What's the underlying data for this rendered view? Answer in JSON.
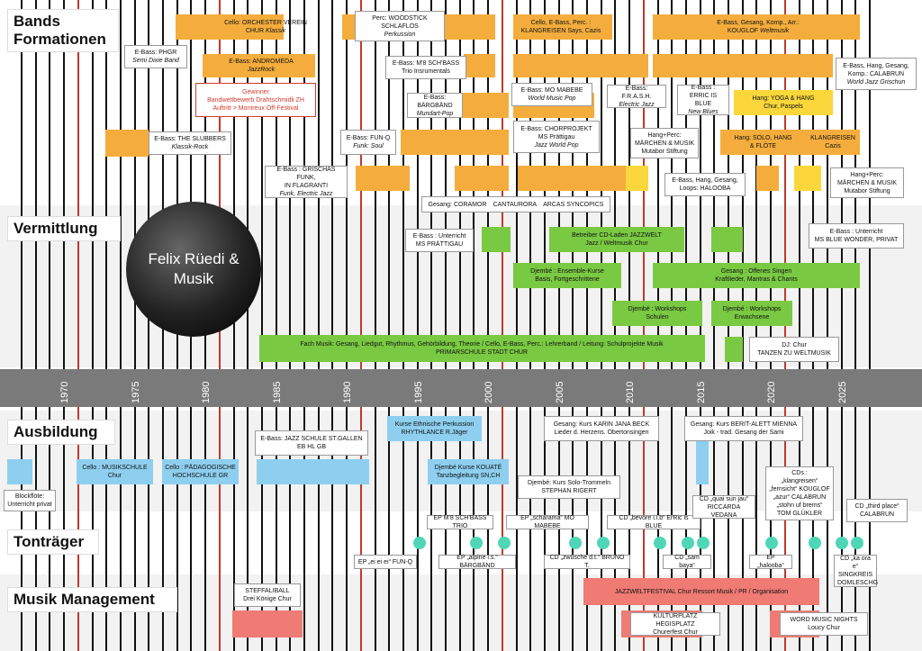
{
  "title": {
    "line1": "Felix Rüedi &",
    "line2": "Musik"
  },
  "sections": {
    "bands": {
      "line1": "Bands",
      "line2": "Formationen"
    },
    "vermittlung": "Vermittlung",
    "ausbildung": "Ausbildung",
    "tontraeger": "Tonträger",
    "management": "Musik Management"
  },
  "years": [
    "1970",
    "1975",
    "1980",
    "1985",
    "1990",
    "1995",
    "2000",
    "2005",
    "2010",
    "2015",
    "2020",
    "2025"
  ],
  "colors": {
    "orange": "#f4ad3d",
    "yellow": "#fbd73b",
    "green": "#7ac943",
    "blue": "#8ecff0",
    "red": "#ef7b74",
    "teal": "#4fd6b6",
    "axis": "#777777"
  },
  "bands": {
    "phgr": {
      "a": "E-Bass: PHGR",
      "b": "Semi Dixie Band"
    },
    "orchester": {
      "a": "Cello: ORCHESTER VEREIN",
      "b": "CHUR",
      "c": "Klassik"
    },
    "andromeda": {
      "a": "E-Bass: ANDROMEDA",
      "b": "JazzRock"
    },
    "gewinner": {
      "a": "Gewinner",
      "b": "Bandwettbewerb Drahtschmidli ZH",
      "c": "Auftritt > Montreux Off-Festival"
    },
    "slubbers": {
      "a": "E-Bass: THE SLUBBERS",
      "b": "Klassik-Rock"
    },
    "woodstick": {
      "a": "Perc: WOODSTICK",
      "b": "SCHLAFLOS",
      "c": "Perkussion"
    },
    "m8": {
      "a": "E-Bass: M'8 SCH'BASS",
      "b": "Trio Insrumentals"
    },
    "baergband": {
      "a": "E-Bass: BÄRGBÄND",
      "b": "Mundart-Pop"
    },
    "funq": {
      "a": "E-Bass: FUN-Q",
      "b": "Funk: Soul"
    },
    "grischas": {
      "a": "E-Bass : GRISCHAS FUNK,",
      "b": "IN FLAGRANTI",
      "c": "Funk, Electric Jazz"
    },
    "klangreisen": {
      "a": "Cello, E-Bass, Perc. :",
      "b": "KLANGREISEN  Says, Cazis"
    },
    "mabebe": {
      "a": "E-Bass: MO MABEBE",
      "b": "World Music Pop"
    },
    "chorprojekt": {
      "a": "E-Bass: CHORPROJEKT",
      "b": "MS Prättigau",
      "c": "Jazz World Pop"
    },
    "gesang": {
      "a": "Gesang:  CORAMOR",
      "b": "CANTAURORA",
      "c": "ARCAS SYNCOPICS"
    },
    "frash": {
      "a": "E-Bass: F.R.A.S.H.",
      "b": "Electric Jazz"
    },
    "erric": {
      "a": "E-Bass :",
      "b": "ERRIC IS BLUE",
      "c": "New Blues"
    },
    "maerchen1": {
      "a": "Hang+Perc:",
      "b": "MÄRCHEN & MUSIK",
      "c": "Mutabor Stiftung"
    },
    "halooba": {
      "a": "E-Bass, Hang, Gesang,",
      "b": "Loops: HALOOBA"
    },
    "kouglof": {
      "a": "E-Bass, Gesang, Komp., Arr.:",
      "b": "KOUGLOF",
      "c": "Weltmusik"
    },
    "calabrun": {
      "a": "E-Bass, Hang, Gesang,",
      "b": "Komp.: CALABRUN",
      "c": "World Jazz Grischun"
    },
    "yoga": {
      "a": "Hang: YOGA & HANG",
      "b": "Chur, Paspels"
    },
    "solo": {
      "a": "Hang: SOLO, HANG",
      "b": "& FLÖTE"
    },
    "klangreisen2": {
      "a": "KLANGREISEN",
      "b": "Cazis"
    },
    "maerchen2": {
      "a": "Hang+Perc:",
      "b": "MÄRCHEN & MUSIK",
      "c": "Mutabor Stiftung"
    }
  },
  "vermittlung": {
    "unterricht1": {
      "a": "E-Bass : Unterricht",
      "b": "MS PRÄTTIGAU"
    },
    "cdladen": {
      "a": "Betreiber CD-Laden JAZZWELT",
      "b": "Jazz / Weltmusik Chur"
    },
    "unterricht2": {
      "a": "E-Bass : Unterricht",
      "b": "MS BLUE WONDER, PRIVAT"
    },
    "djembe1": {
      "a": "Djembé : Ensemble-Kurse",
      "b": "Basis, Fortgeschrittene"
    },
    "offenes": {
      "a": "Gesang : Offenes Singen",
      "b": "Kraftlieder, Mantras & Chants"
    },
    "djembe2": {
      "a": "Djembé : Workshops",
      "b": "Schulen"
    },
    "djembe3": {
      "a": "Djembé : Workshops",
      "b": "Erwachsene"
    },
    "fach": {
      "a": "Fach Musik: Gesang, Liedgut, Rhythmus, Gehörbildung, Theorie / Cello, E-Bass, Perc.: Lehrerband / Leitung: Schulprojekte Musik",
      "b": "PRIMARSCHULE STADT CHUR"
    },
    "dj": {
      "a": "DJ: Chur",
      "b": "TANZEN ZU WELTMUSIK"
    }
  },
  "ausbildung": {
    "blockfloete": {
      "a": "Blockflöte:",
      "b": "Unterricht privat"
    },
    "cello1": {
      "a": "Cello : MUSIKSCHULE",
      "b": "Chur"
    },
    "cello2": {
      "a": "Cello : PÄDAGOGISCHE",
      "b": "HOCHSCHULE GR"
    },
    "jazzschule": {
      "a": "E-Bass: JAZZ SCHULE ST.GALLEN",
      "b": "EB HL GB"
    },
    "ethnische": {
      "a": "Kurse Ethnische Perkussion",
      "b": "RHYTHLANCE R.Jäger"
    },
    "kouate": {
      "a": "Djembé Kurse KOUATÉ",
      "b": "Tanzbegleitung SN,CH"
    },
    "beck": {
      "a": "Gesang: Kurs KARIN JANA BECK",
      "b": "Lieder d. Herzens. Obertonsingen"
    },
    "rigert": {
      "a": "Djembé: Kurs Solo-Trommeln",
      "b": "STEPHAN RIGERT"
    },
    "mienna": {
      "a": "Gesang: Kurs BERIT-ALETT MIENNA",
      "b": "Joik - trad. Gesang der Sami"
    }
  },
  "tontraeger": {
    "ep1": "EP „ei ei ei“  FUN-Q",
    "ep2": "EP M'8 SCH'BASS TRIO",
    "ep3": "EP „alpine l.s.“  BÄRGBÄND",
    "ep4": "EP „scharama“  MO MABEBE",
    "cd1": "CD „zwüsche d.t.“  BRUNO T.",
    "cd2": "CD „bevore i.i.b“  ErRic is BLUE",
    "cd3": "CD „sam baya“",
    "cd4": {
      "a": "CD „quai sun jau“",
      "b": "RICCARDA VEDANA"
    },
    "ep5": "EP „halooba“",
    "cds": {
      "a": "CDs :",
      "b": "„klangreisen“",
      "c": "„fernsicht“ KOUGLOF",
      "d": "„azur“ CALABRUN",
      "e": "„stohn uf brems“",
      "f": "TOM GLÜKLER"
    },
    "cd5": {
      "a": "CD „ka ora e“",
      "b": "SINGKREIS",
      "c": "DOMLESCHG"
    },
    "cd6": {
      "a": "CD „third place“",
      "b": "CALABRUN"
    }
  },
  "management": {
    "steffaliball": {
      "a": "STEFFALIBALL",
      "b": "Drei Könige Chur"
    },
    "jazzweltfestival": "JAZZWELTFESTIVAL Chur  Ressort Musik / PR / Organisation",
    "kulturplatz": {
      "a": "KULTURPLATZ HEGISPLATZ",
      "b": "Churerfest Chur"
    },
    "wordmusic": {
      "a": "WORD MUSIC NIGHTS",
      "b": "Loucy Chur"
    }
  }
}
